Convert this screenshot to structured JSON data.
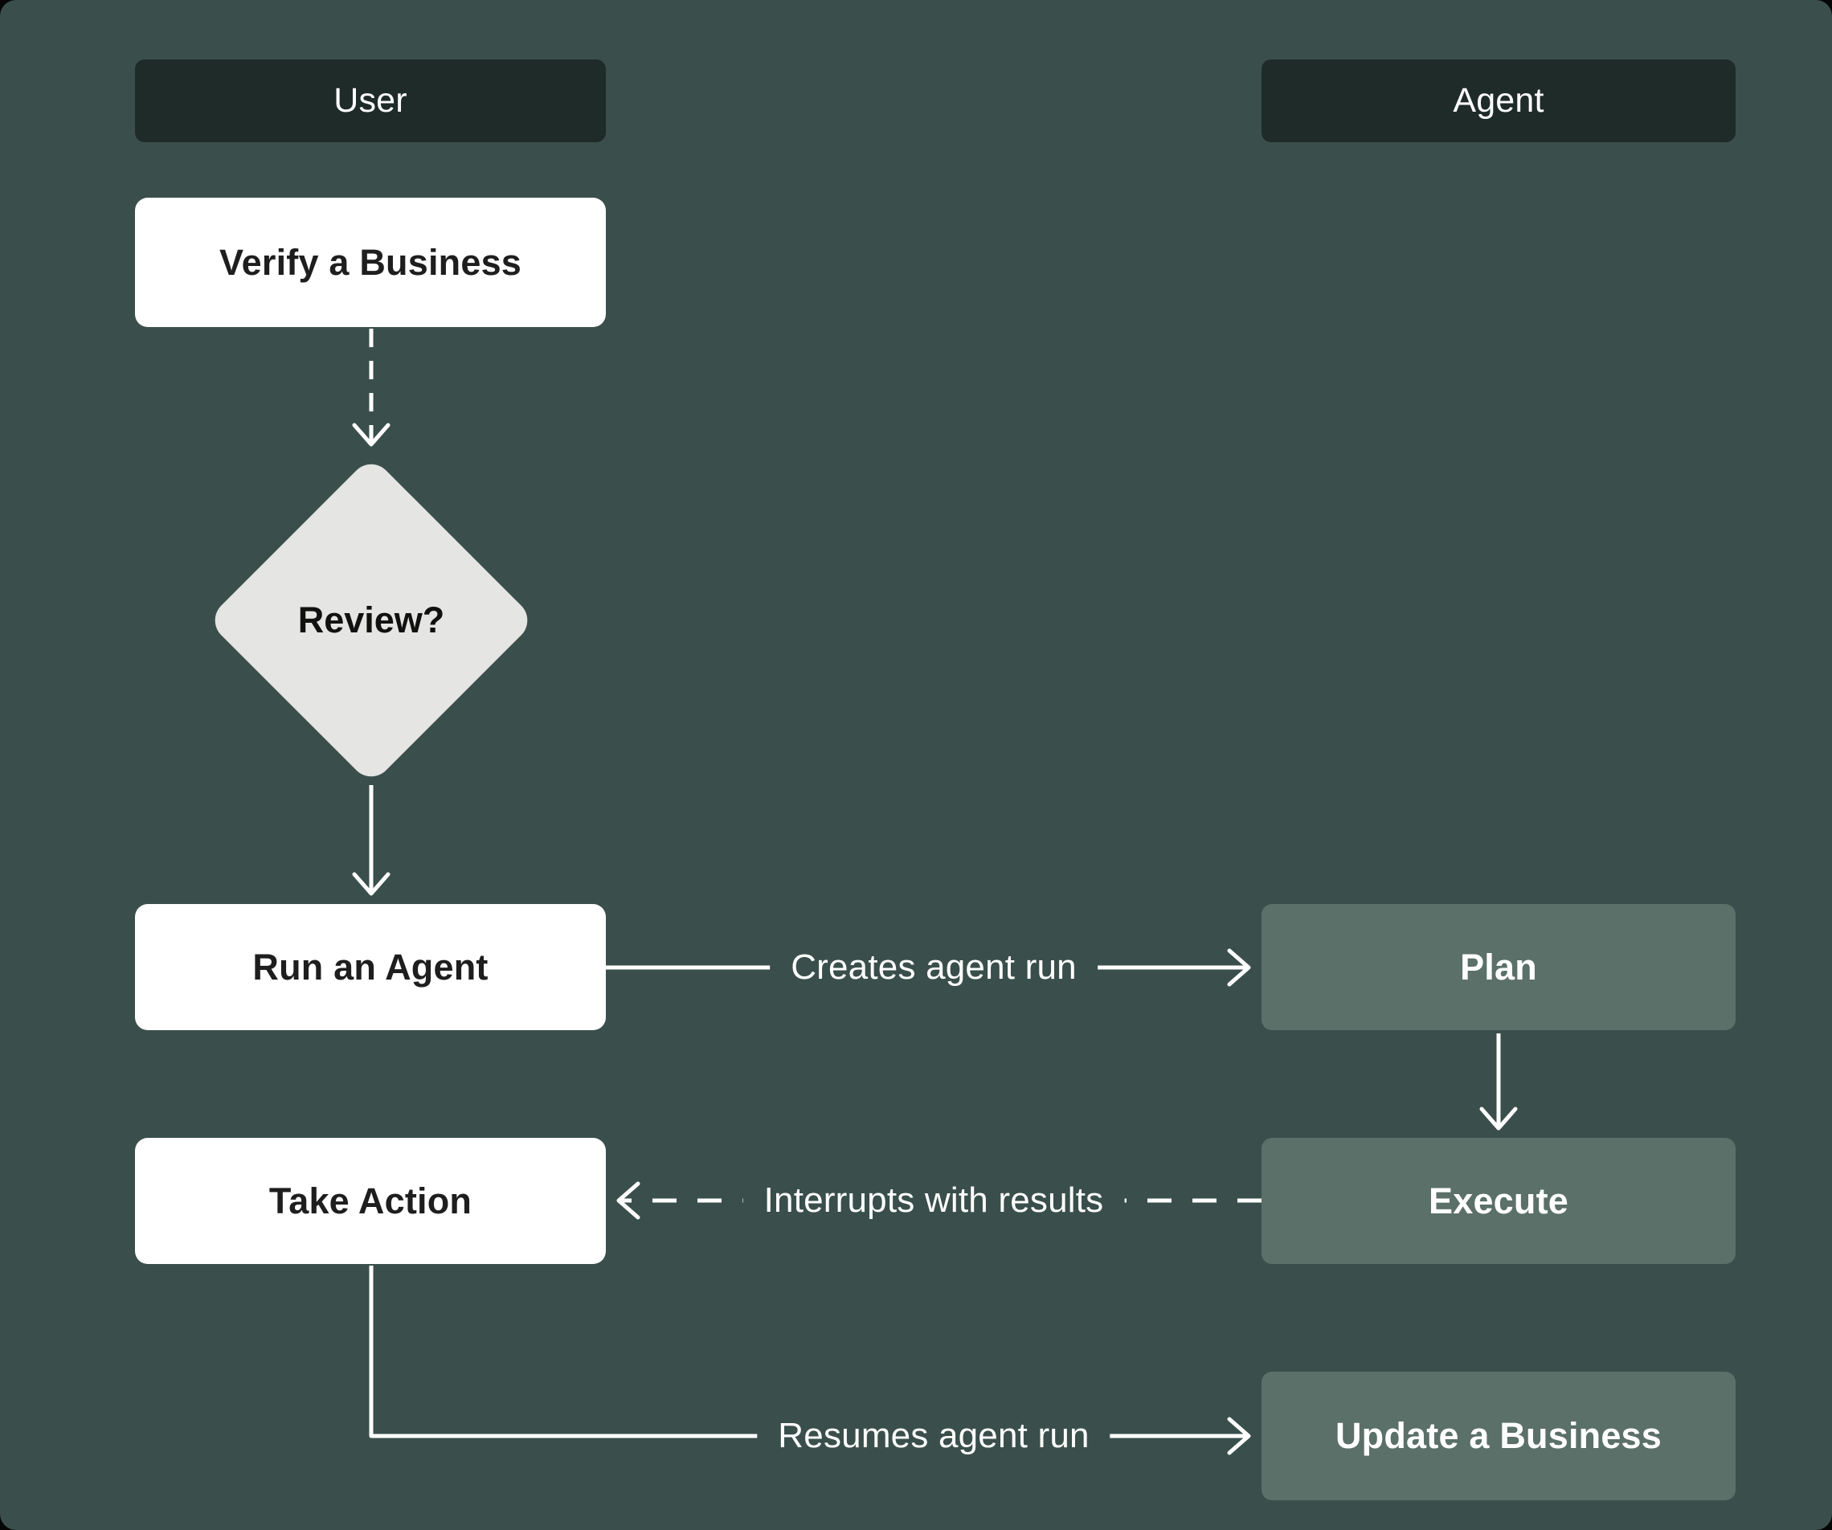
{
  "colors": {
    "canvas_bg": "#3A4F4B",
    "outer_bg": "#060606",
    "lane_header_bg": "#1F2B29",
    "lane_header_text": "#FFFFFF",
    "user_node_bg": "#FFFFFF",
    "user_node_text": "#1E1E1E",
    "agent_node_bg": "#5B7068",
    "agent_node_text": "#FFFFFF",
    "decision_bg": "#E5E5E3",
    "decision_text": "#111111",
    "connector": "#FFFFFF"
  },
  "lanes": [
    {
      "id": "user",
      "label": "User"
    },
    {
      "id": "agent",
      "label": "Agent"
    }
  ],
  "nodes": [
    {
      "id": "verify-a-business",
      "lane": "user",
      "type": "task",
      "label": "Verify a Business"
    },
    {
      "id": "review",
      "lane": "user",
      "type": "decision",
      "label": "Review?"
    },
    {
      "id": "run-an-agent",
      "lane": "user",
      "type": "task",
      "label": "Run an Agent"
    },
    {
      "id": "take-action",
      "lane": "user",
      "type": "task",
      "label": "Take Action"
    },
    {
      "id": "plan",
      "lane": "agent",
      "type": "step",
      "label": "Plan"
    },
    {
      "id": "execute",
      "lane": "agent",
      "type": "step",
      "label": "Execute"
    },
    {
      "id": "update-a-business",
      "lane": "agent",
      "type": "step",
      "label": "Update a Business"
    }
  ],
  "edges": [
    {
      "from": "verify-a-business",
      "to": "review",
      "style": "dashed",
      "label": ""
    },
    {
      "from": "review",
      "to": "run-an-agent",
      "style": "solid",
      "label": ""
    },
    {
      "from": "run-an-agent",
      "to": "plan",
      "style": "solid",
      "label": "Creates agent run"
    },
    {
      "from": "plan",
      "to": "execute",
      "style": "solid",
      "label": ""
    },
    {
      "from": "execute",
      "to": "take-action",
      "style": "dashed",
      "label": "Interrupts with results"
    },
    {
      "from": "take-action",
      "to": "update-a-business",
      "style": "solid",
      "label": "Resumes agent run"
    }
  ]
}
